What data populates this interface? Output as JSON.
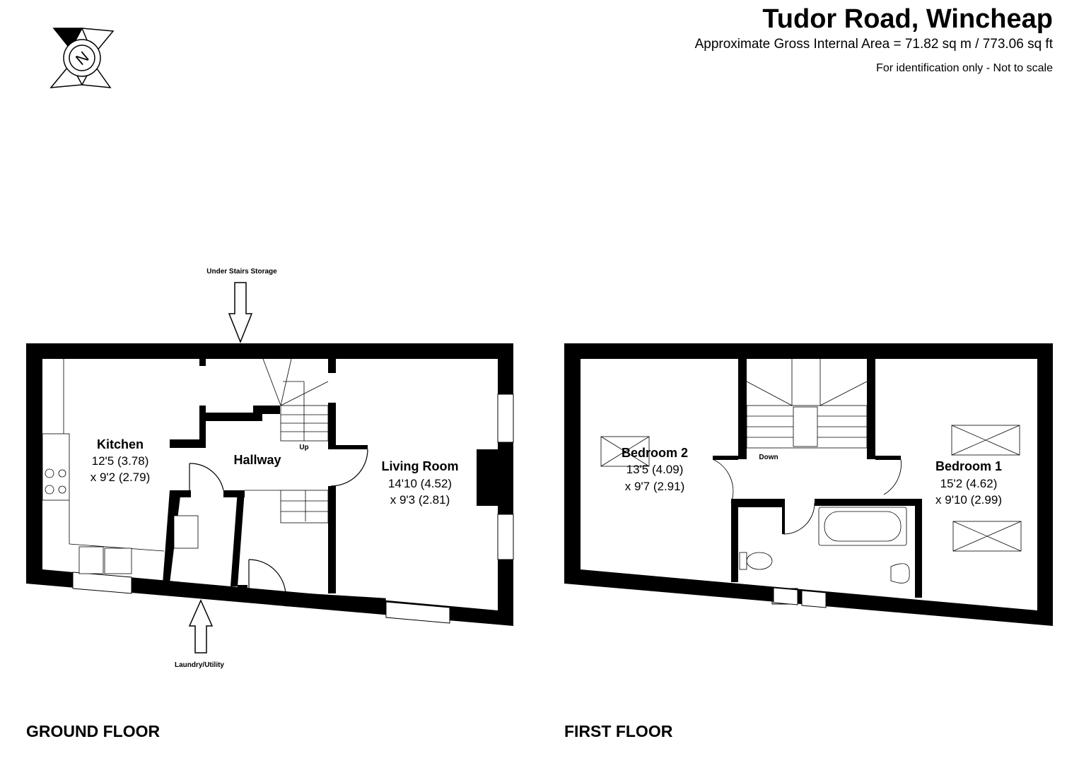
{
  "header": {
    "title": "Tudor Road, Wincheap",
    "area": "Approximate Gross Internal Area = 71.82 sq m /  773.06 sq ft",
    "note": "For identification only - Not to scale"
  },
  "compass": {
    "label": "N"
  },
  "ground_floor": {
    "label": "GROUND FLOOR",
    "annotations": {
      "top": "Under Stairs Storage",
      "bottom": "Laundry/Utility"
    },
    "rooms": [
      {
        "name": "Kitchen",
        "dim1": "12'5 (3.78)",
        "dim2": "x 9'2 (2.79)"
      },
      {
        "name": "Hallway"
      },
      {
        "name": "Living Room",
        "dim1": "14'10 (4.52)",
        "dim2": "x 9'3 (2.81)"
      }
    ],
    "stairs_label": "Up"
  },
  "first_floor": {
    "label": "FIRST FLOOR",
    "rooms": [
      {
        "name": "Bedroom 2",
        "dim1": "13'5 (4.09)",
        "dim2": "x 9'7 (2.91)"
      },
      {
        "name": "Bedroom 1",
        "dim1": "15'2 (4.62)",
        "dim2": "x 9'10 (2.99)"
      }
    ],
    "stairs_label": "Down"
  }
}
